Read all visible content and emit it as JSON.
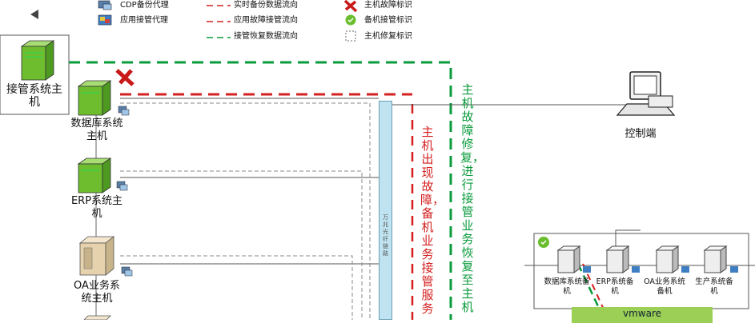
{
  "legend": {
    "cdp_agent": "CDP备份代理",
    "app_agent": "应用接管代理",
    "realtime_flow": "实时备份数据流向",
    "fault_flow": "应用故障接管流向",
    "restore_flow": "接管恢复数据流向",
    "host_fault": "主机故障标识",
    "standby_takeover": "备机接管标识",
    "host_repair": "主机修复标识"
  },
  "nodes": {
    "takeover_host": "接管系统主机",
    "db_host": "数据库系统主机",
    "erp_host": "ERP系统主机",
    "oa_host": "OA业务系统主机",
    "console": "控制端"
  },
  "network": {
    "label": "万兆光纤链路"
  },
  "annotations": {
    "fault_text": "主机出现故障，备机业务接管服务",
    "repair_text": "主机故障修复，进行接管业务恢复至主机"
  },
  "standby": {
    "db": "数据库系统备机",
    "erp": "ERP系统备机",
    "oa": "OA业务系统备机",
    "prod": "生产系统备机",
    "vmware": "vmware"
  },
  "colors": {
    "realtime": "#d42020",
    "fault": "#d42020",
    "restore": "#0a9b3c",
    "server_green": "#6ebd2f",
    "network_bar": "#bfe3f0"
  }
}
